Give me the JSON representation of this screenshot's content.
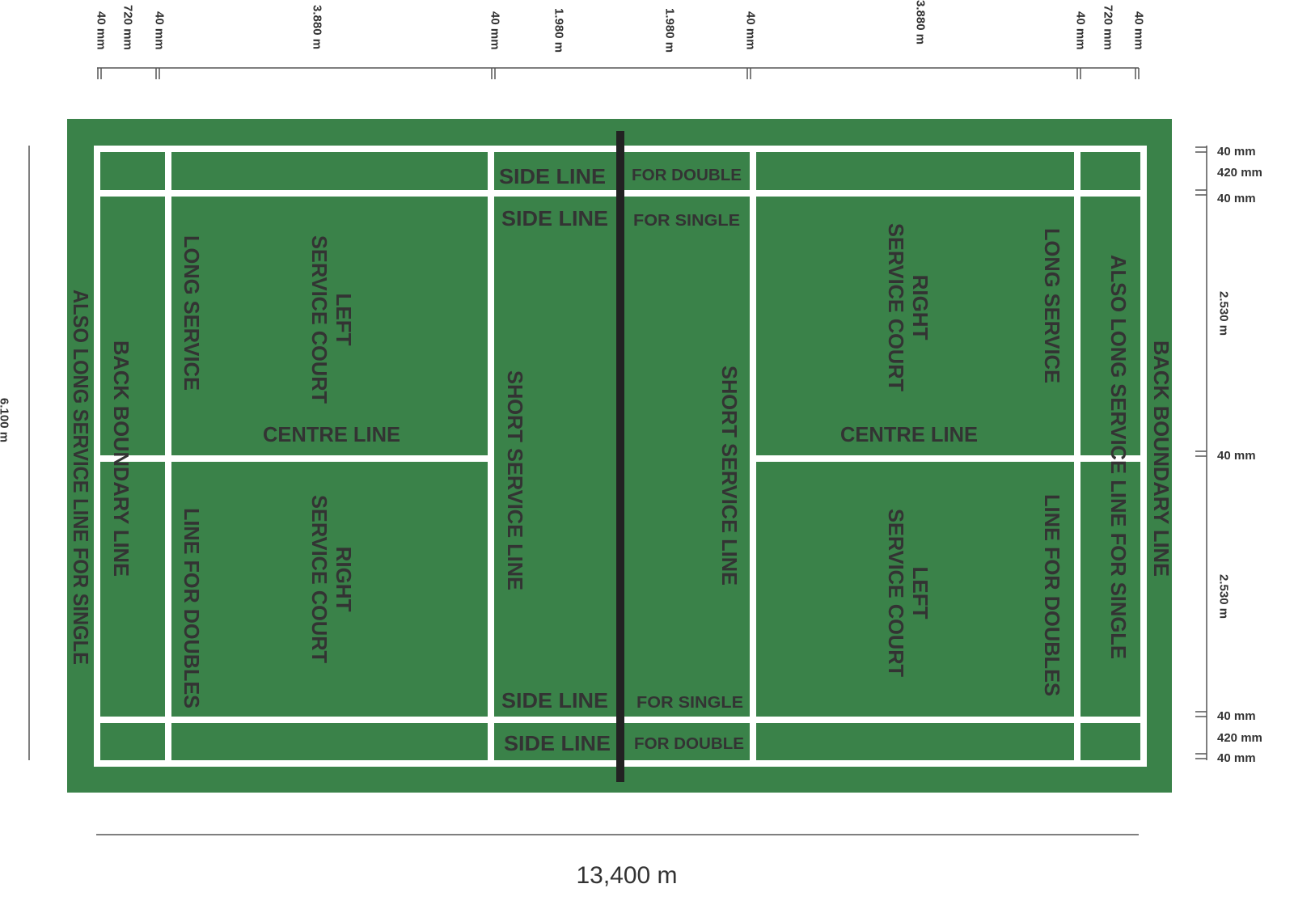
{
  "colors": {
    "court": "#3a8249",
    "lines": "#ffffff",
    "net": "#222222",
    "text": "#333333"
  },
  "top_dimensions": [
    "40 mm",
    "720 mm",
    "40 mm",
    "3.880 m",
    "40 mm",
    "1.980 m",
    "1.980 m",
    "40 mm",
    "3.880 m",
    "40 mm",
    "720 mm",
    "40 mm"
  ],
  "right_dimensions": [
    "40 mm",
    "420 mm",
    "40 mm",
    "2.530 m",
    "40 mm",
    "2.530 m",
    "40 mm",
    "420 mm",
    "40 mm"
  ],
  "left_dimension": "6.100 m",
  "bottom_dimension": "13,400 m",
  "labels": {
    "also_long_service_single": "ALSO LONG SERVICE LINE FOR SINGLE",
    "back_boundary": "BACK BOUNDARY LINE",
    "long_service": "LONG SERVICE",
    "line_for_doubles": "LINE FOR DOUBLES",
    "left": "LEFT",
    "right": "RIGHT",
    "service_court": "SERVICE COURT",
    "centre_line": "CENTRE LINE",
    "side_line": "SIDE LINE",
    "for_double": "FOR DOUBLE",
    "for_single": "FOR SINGLE",
    "short_service_line": "SHORT SERVICE LINE"
  }
}
